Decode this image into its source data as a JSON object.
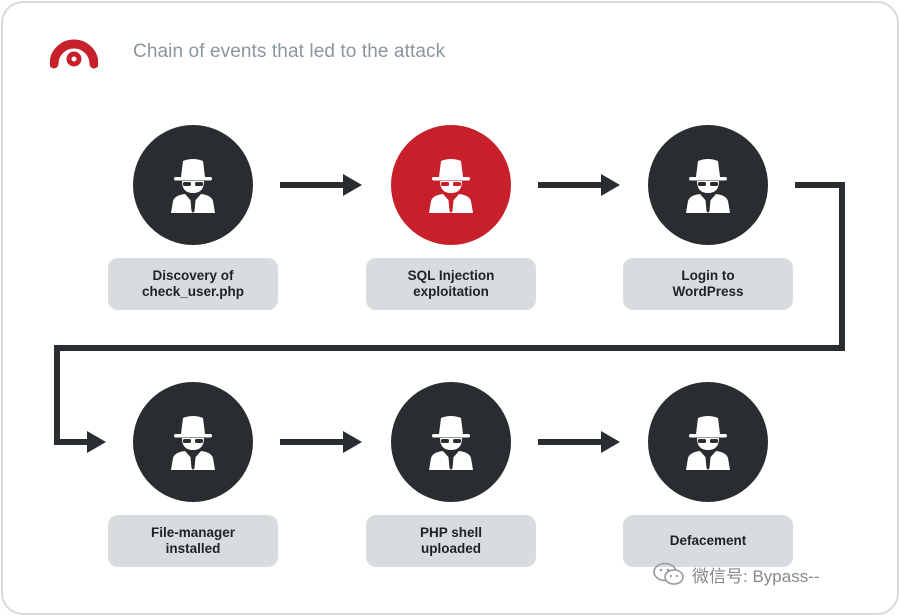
{
  "header": {
    "title": "Chain of events that led to the attack"
  },
  "colors": {
    "node": "#2a2d30",
    "highlight": "#c7202b",
    "label_bg": "#d9dcdf",
    "arrow": "#2a2d30",
    "border": "#d7d9db"
  },
  "steps": [
    {
      "label": "Discovery of\ncheck_user.php",
      "highlight": false
    },
    {
      "label": "SQL Injection\nexploitation",
      "highlight": true
    },
    {
      "label": "Login to\nWordPress",
      "highlight": false
    },
    {
      "label": "File-manager\ninstalled",
      "highlight": false
    },
    {
      "label": "PHP shell\nuploaded",
      "highlight": false
    },
    {
      "label": "Defacement",
      "highlight": false
    }
  ],
  "watermark": {
    "text": "微信号: Bypass--"
  }
}
